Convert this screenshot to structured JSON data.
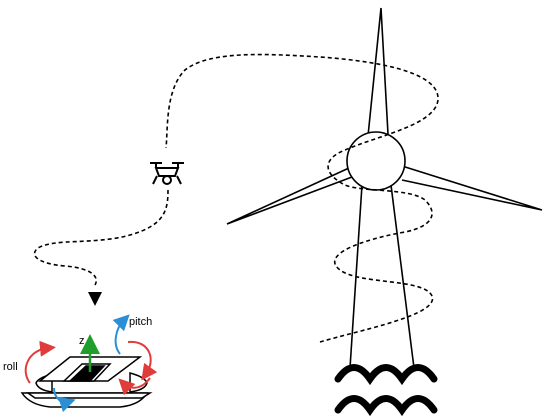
{
  "labels": {
    "axis_z": "z",
    "pitch": "pitch",
    "roll": "roll"
  },
  "colors": {
    "ink": "#000000",
    "roll_arrows": "#e03c3c",
    "pitch_arrows": "#2b8fd6",
    "z_axis": "#1f9e2c"
  },
  "icons": {
    "drone": "quadcopter-drone-icon",
    "turbine": "wind-turbine-icon",
    "platform": "floating-landing-platform-icon",
    "waves": "sea-waves-icon"
  }
}
